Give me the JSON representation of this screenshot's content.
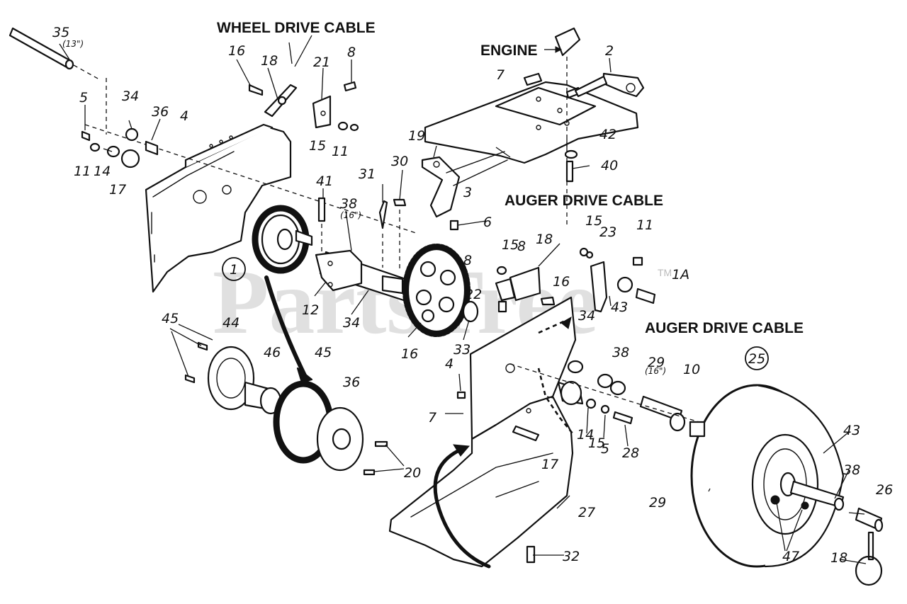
{
  "watermark": {
    "text": "PartsTree",
    "trademark": "TM"
  },
  "captions": {
    "wheel_drive_cable": "WHEEL DRIVE CABLE",
    "engine": "ENGINE",
    "auger_drive_cable_top": "AUGER DRIVE CABLE",
    "auger_drive_cable_right": "AUGER DRIVE CABLE"
  },
  "circled_refs": [
    "1",
    "25"
  ],
  "callouts": [
    "35",
    "16",
    "18",
    "21",
    "8",
    "2",
    "7",
    "5",
    "34",
    "36",
    "4",
    "15",
    "11",
    "19",
    "30",
    "31",
    "41",
    "38",
    "42",
    "40",
    "14",
    "17",
    "3",
    "6",
    "11",
    "15",
    "8",
    "11",
    "15",
    "23",
    "18",
    "8",
    "16",
    "1A",
    "12",
    "34",
    "33",
    "16",
    "22",
    "43",
    "45",
    "44",
    "46",
    "45",
    "36",
    "34",
    "38",
    "29",
    "10",
    "4",
    "7",
    "17",
    "14",
    "15",
    "5",
    "28",
    "43",
    "20",
    "27",
    "29",
    "38",
    "26",
    "47",
    "32",
    "18"
  ],
  "size_notes": {
    "shaft_35": "(13\")",
    "shaft_38_upper": "(16\")",
    "shaft_38_lower": "(16\")"
  }
}
